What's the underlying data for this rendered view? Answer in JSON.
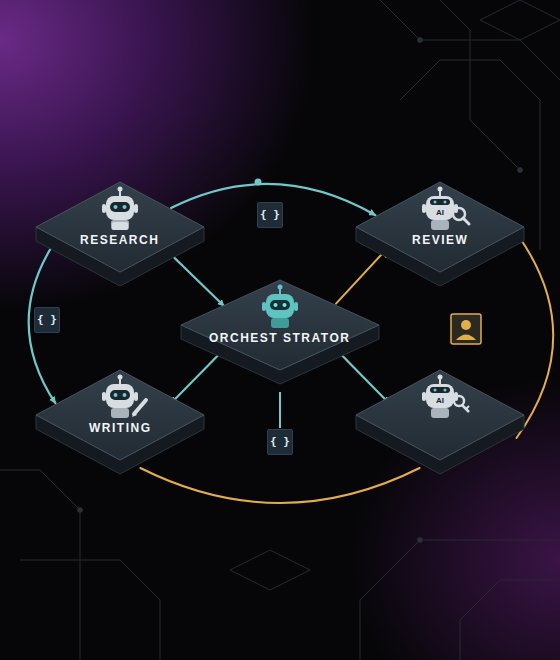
{
  "diagram": {
    "nodes": [
      {
        "text": [
          "RESEARCH"
        ]
      },
      {
        "text": [
          "AI",
          "REVIEW"
        ]
      },
      {
        "text": [
          "ORCHEST STRATOR"
        ]
      },
      {
        "text": [
          "WRITING"
        ]
      },
      {
        "text": [
          "AI"
        ]
      }
    ],
    "edges": [
      {
        "from": 0,
        "to": 1,
        "arrow": "to"
      },
      {
        "from": 0,
        "to": 2,
        "arrow": "to"
      },
      {
        "from": 0,
        "to": 3,
        "arrow": "to"
      },
      {
        "from": 2,
        "to": 1,
        "arrow": "to"
      },
      {
        "from": 2,
        "to": 3,
        "arrow": "to"
      },
      {
        "from": 2,
        "to": 4,
        "arrow": "to"
      },
      {
        "from": 3,
        "to": 4,
        "arrow": "none"
      },
      {
        "from": 1,
        "to": 4,
        "arrow": "none"
      }
    ],
    "labels": [
      "{ }",
      "{ }",
      "{ }"
    ]
  }
}
